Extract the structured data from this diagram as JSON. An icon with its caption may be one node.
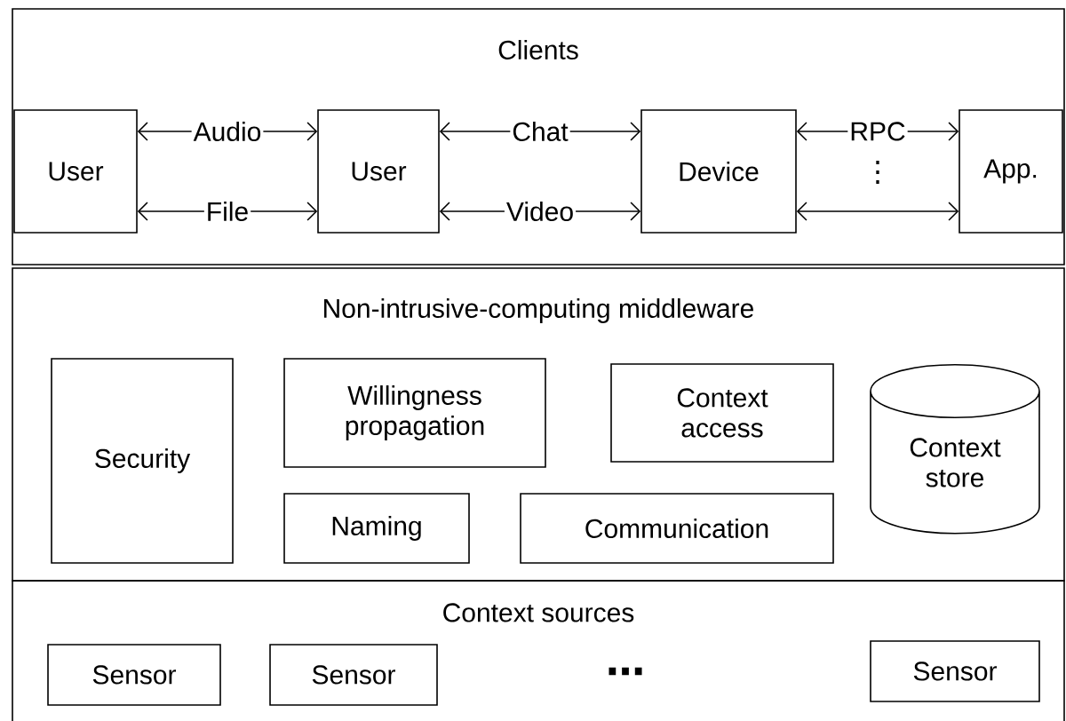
{
  "diagram": {
    "nodes": [
      {
        "text": [
          "Clients"
        ]
      },
      {
        "text": [
          "User"
        ],
        "in": 0
      },
      {
        "text": [
          "User"
        ],
        "in": 0
      },
      {
        "text": [
          "Device"
        ],
        "in": 0
      },
      {
        "text": [
          "App."
        ],
        "in": 0
      },
      {
        "text": [
          "Non-intrusive-computing middleware"
        ]
      },
      {
        "text": [
          "Security"
        ],
        "in": 5
      },
      {
        "text": [
          "Willingness propagation"
        ],
        "in": 5
      },
      {
        "text": [
          "Context access"
        ],
        "in": 5
      },
      {
        "text": [
          "Context store"
        ],
        "in": 5
      },
      {
        "text": [
          "Naming"
        ],
        "in": 5
      },
      {
        "text": [
          "Communication"
        ],
        "in": 5
      },
      {
        "text": [
          "Context sources"
        ]
      },
      {
        "text": [
          "Sensor"
        ],
        "in": 12
      },
      {
        "text": [
          "Sensor"
        ],
        "in": 12
      },
      {
        "text": [
          "Sensor"
        ],
        "in": 12
      }
    ],
    "edges": [
      {
        "from": 1,
        "to": 2,
        "arrow": "both",
        "label": "Audio"
      },
      {
        "from": 1,
        "to": 2,
        "arrow": "both",
        "label": "File"
      },
      {
        "from": 2,
        "to": 3,
        "arrow": "both",
        "label": "Chat"
      },
      {
        "from": 2,
        "to": 3,
        "arrow": "both",
        "label": "Video"
      },
      {
        "from": 3,
        "to": 4,
        "arrow": "both",
        "label": "RPC"
      },
      {
        "from": 3,
        "to": 4,
        "arrow": "both"
      }
    ],
    "labels": [
      "⋮",
      "…"
    ]
  }
}
